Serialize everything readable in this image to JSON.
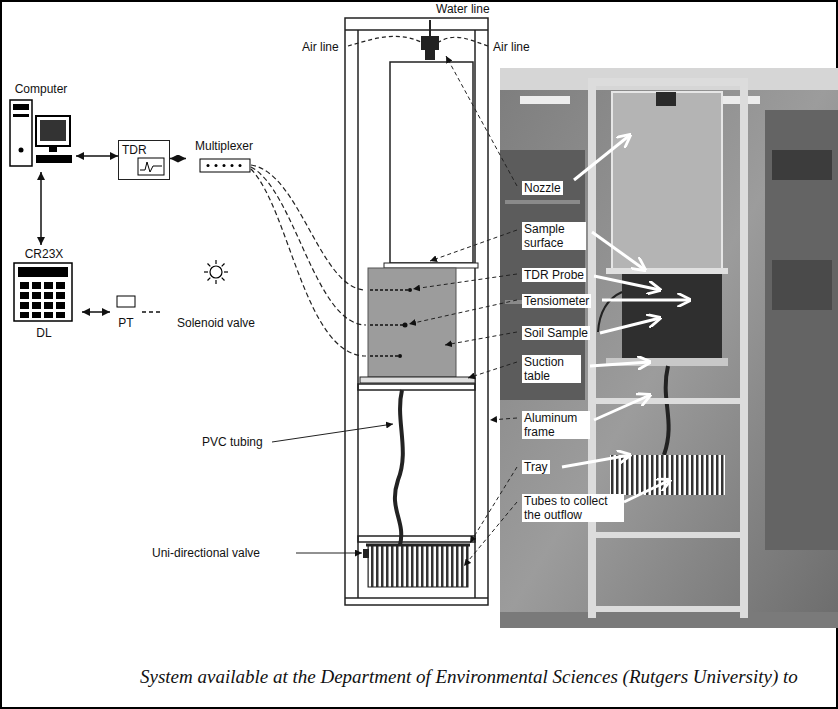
{
  "diagram": {
    "caption": "System available at the Department of Environmental Sciences (Rutgers University) to",
    "nodes": [
      {
        "text": [
          "Computer"
        ]
      },
      {
        "text": [
          "TDR"
        ]
      },
      {
        "text": [
          "Multiplexer"
        ]
      },
      {
        "text": [
          "CR23X",
          "DL"
        ]
      },
      {
        "text": [
          "PT"
        ]
      },
      {
        "text": [
          "Solenoid valve"
        ]
      }
    ],
    "edges": [
      {
        "from": 0,
        "to": 1,
        "arrow": "both"
      },
      {
        "from": 1,
        "to": 2,
        "arrow": "both"
      },
      {
        "from": 0,
        "to": 3,
        "arrow": "both"
      },
      {
        "from": 3,
        "to": 4,
        "arrow": "both"
      },
      {
        "from": 4,
        "to": 5,
        "arrow": "none"
      }
    ],
    "labels": [
      "Water line",
      "Air line",
      "Air line",
      "Nozzle",
      "Sample surface",
      "TDR Probe",
      "Tensiometer",
      "Soil Sample",
      "Suction table",
      "Aluminum frame",
      "Tray",
      "Tubes to collect the outflow",
      "PVC tubing",
      "Uni-directional valve"
    ]
  }
}
